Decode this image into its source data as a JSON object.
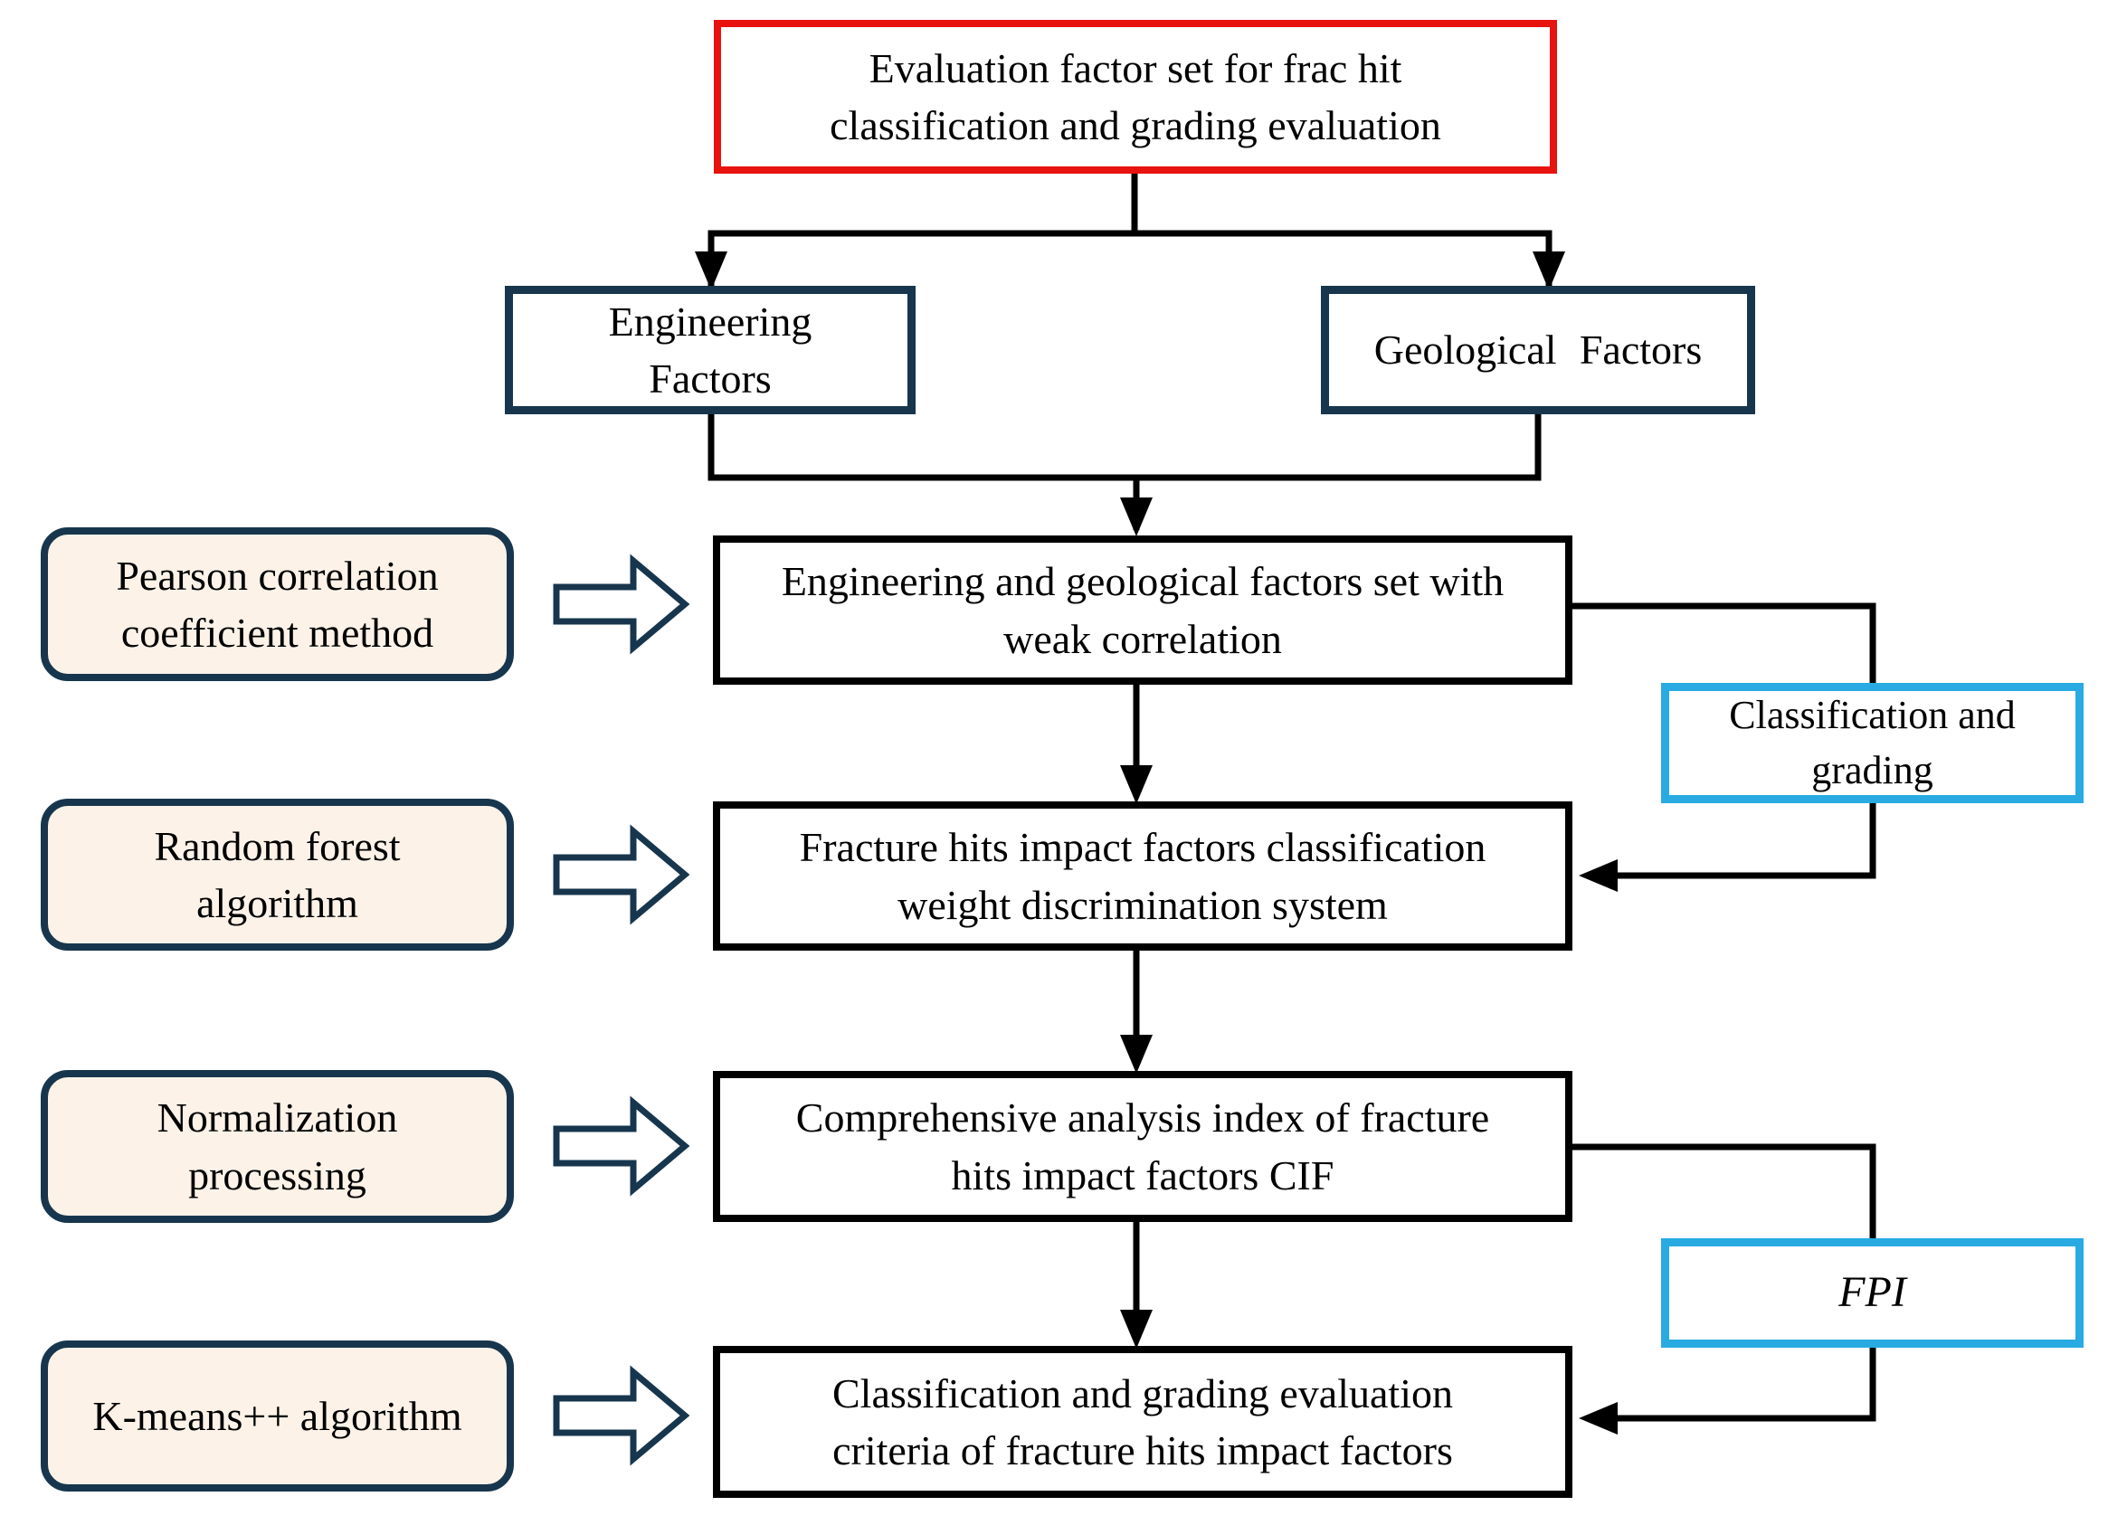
{
  "figure": {
    "type": "flowchart",
    "description_domain": "frac hit classification and grading evaluation workflow"
  },
  "colors": {
    "title_border": "#e8120f",
    "factor_border": "#17364d",
    "process_border": "#000000",
    "method_border": "#17364d",
    "method_fill": "#fcf2e8",
    "label_border": "#29abe2",
    "connector": "#000000",
    "text": "#000000",
    "background": "#ffffff"
  },
  "nodes": {
    "evaluation": {
      "label": "Evaluation factor set for frac hit\nclassification and grading evaluation"
    },
    "engineering": {
      "label": "Engineering\nFactors"
    },
    "geological": {
      "label": "Geological Factors"
    },
    "weak_correlation": {
      "label": "Engineering and geological factors set with\nweak correlation"
    },
    "discrimination": {
      "label": "Fracture hits impact factors classification\nweight discrimination system"
    },
    "cif": {
      "label": "Comprehensive analysis index of fracture\nhits impact factors CIF"
    },
    "criteria": {
      "label": "Classification and grading evaluation\ncriteria of fracture hits impact factors"
    },
    "pearson": {
      "label": "Pearson correlation\ncoefficient method"
    },
    "random_forest": {
      "label": "Random forest\nalgorithm"
    },
    "normalization": {
      "label": "Normalization\nprocessing"
    },
    "kmeans": {
      "label": "K-means++ algorithm"
    },
    "classification_grading": {
      "label": "Classification and\ngrading"
    },
    "fpi": {
      "label": "FPI"
    }
  }
}
